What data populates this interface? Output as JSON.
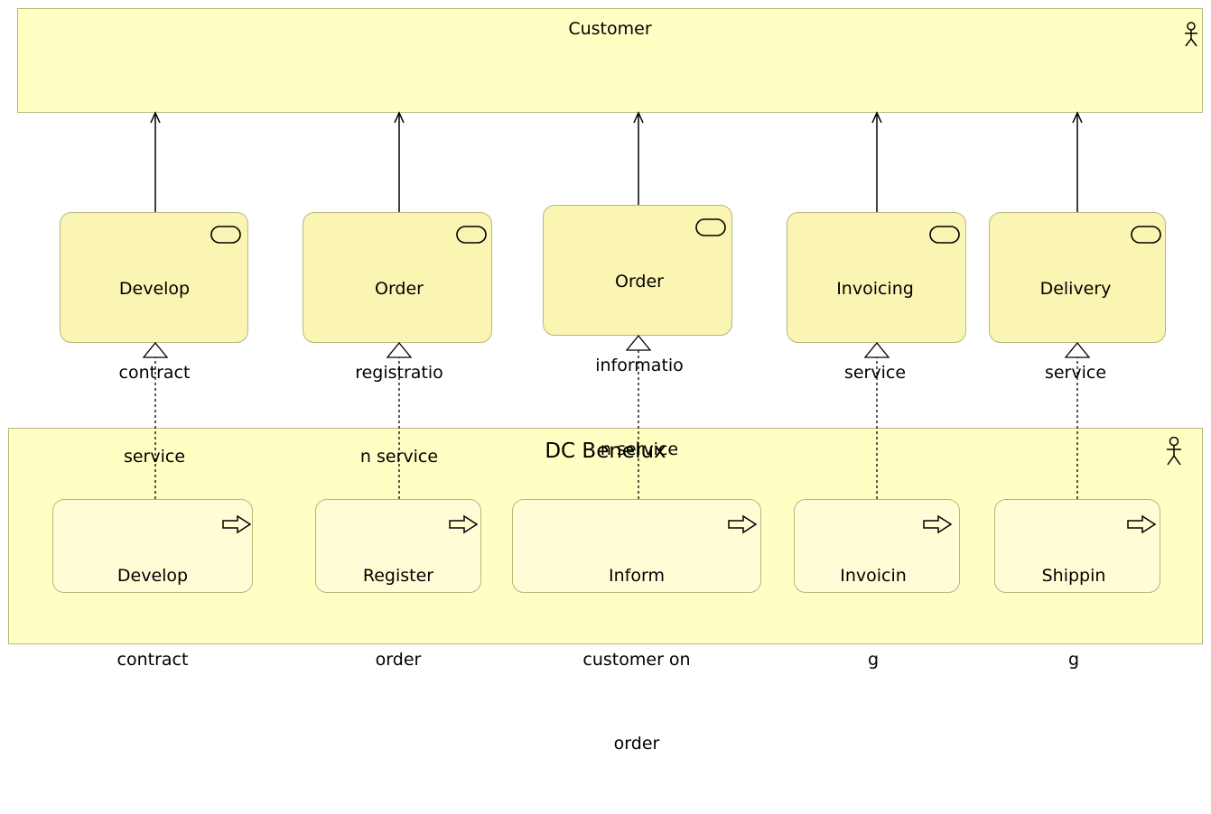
{
  "actors": {
    "customer": {
      "name": "Customer"
    },
    "dc": {
      "name": "DC Benelux"
    }
  },
  "services": [
    {
      "lines": [
        "Develop",
        "contract",
        "service"
      ]
    },
    {
      "lines": [
        "Order",
        "registratio",
        "n service"
      ]
    },
    {
      "lines": [
        "Order",
        "informatio",
        "n service"
      ]
    },
    {
      "lines": [
        "Invoicing",
        "service"
      ]
    },
    {
      "lines": [
        "Delivery",
        "service"
      ]
    }
  ],
  "processes": [
    {
      "lines": [
        "Develop",
        "contract"
      ]
    },
    {
      "lines": [
        "Register",
        "order"
      ]
    },
    {
      "lines": [
        "Inform",
        "customer on",
        "order"
      ]
    },
    {
      "lines": [
        "Invoicin",
        "g"
      ]
    },
    {
      "lines": [
        "Shippin",
        "g"
      ]
    }
  ],
  "icons": {
    "actor": "actor-icon",
    "service": "service-icon",
    "process": "process-icon"
  },
  "colors": {
    "actor_fill": "#ffffc4",
    "service_fill": "#fbf5b4",
    "process_fill": "#fffdd6",
    "border": "#b7b77c"
  }
}
